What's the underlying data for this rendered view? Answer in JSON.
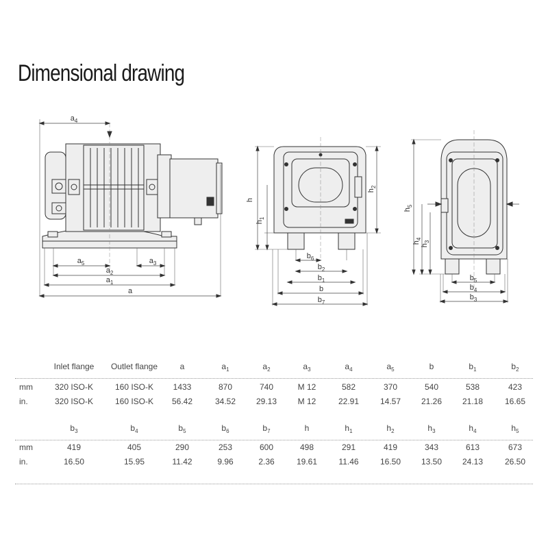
{
  "title": "Dimensional drawing",
  "drawing_labels": {
    "side": [
      "a4",
      "a5",
      "a3",
      "a2",
      "a1",
      "a"
    ],
    "front": [
      "h",
      "h1",
      "h2",
      "b6",
      "b2",
      "b1",
      "b",
      "b7"
    ],
    "end": [
      "h5",
      "h4",
      "h3",
      "b5",
      "b4",
      "b3"
    ]
  },
  "table1": {
    "headers": [
      {
        "t": "Inlet flange"
      },
      {
        "t": "Outlet flange"
      },
      {
        "t": "a"
      },
      {
        "t": "a",
        "s": "1"
      },
      {
        "t": "a",
        "s": "2"
      },
      {
        "t": "a",
        "s": "3"
      },
      {
        "t": "a",
        "s": "4"
      },
      {
        "t": "a",
        "s": "5"
      },
      {
        "t": "b"
      },
      {
        "t": "b",
        "s": "1"
      },
      {
        "t": "b",
        "s": "2"
      }
    ],
    "rows": [
      {
        "unit": "mm",
        "values": [
          "320 ISO-K",
          "160 ISO-K",
          "1433",
          "870",
          "740",
          "M 12",
          "582",
          "370",
          "540",
          "538",
          "423"
        ]
      },
      {
        "unit": "in.",
        "values": [
          "320 ISO-K",
          "160 ISO-K",
          "56.42",
          "34.52",
          "29.13",
          "M 12",
          "22.91",
          "14.57",
          "21.26",
          "21.18",
          "16.65"
        ]
      }
    ]
  },
  "table2": {
    "headers": [
      {
        "t": "b",
        "s": "3"
      },
      {
        "t": "b",
        "s": "4"
      },
      {
        "t": "b",
        "s": "5"
      },
      {
        "t": "b",
        "s": "6"
      },
      {
        "t": "b",
        "s": "7"
      },
      {
        "t": "h"
      },
      {
        "t": "h",
        "s": "1"
      },
      {
        "t": "h",
        "s": "2"
      },
      {
        "t": "h",
        "s": "3"
      },
      {
        "t": "h",
        "s": "4"
      },
      {
        "t": "h",
        "s": "5"
      }
    ],
    "rows": [
      {
        "unit": "mm",
        "values": [
          "419",
          "405",
          "290",
          "253",
          "600",
          "498",
          "291",
          "419",
          "343",
          "613",
          "673"
        ]
      },
      {
        "unit": "in.",
        "values": [
          "16.50",
          "15.95",
          "11.42",
          "9.96",
          "2.36",
          "19.61",
          "11.46",
          "16.50",
          "13.50",
          "24.13",
          "26.50"
        ]
      }
    ]
  }
}
